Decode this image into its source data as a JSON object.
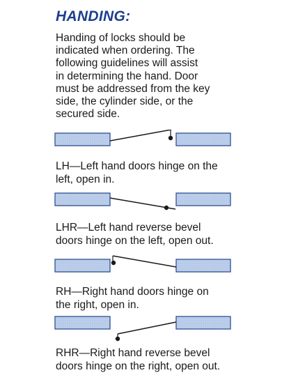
{
  "heading": "HANDING:",
  "intro": "Handing of locks should be\nindicated when ordering.  The\nfollowing guidelines will assist\nin determining the hand.  Door\nmust be addressed from the key\nside, the cylinder side, or the\nsecured side.",
  "hands": [
    {
      "code": "LH",
      "caption": "LH—Left hand doors hinge on the\nleft, open in."
    },
    {
      "code": "LHR",
      "caption": "LHR—Left hand reverse bevel\ndoors hinge on the left, open out."
    },
    {
      "code": "RH",
      "caption": "RH—Right hand doors hinge on\nthe right, open in."
    },
    {
      "code": "RHR",
      "caption": "RHR—Right hand reverse bevel\ndoors hinge on the right, open out."
    }
  ],
  "colors": {
    "heading": "#1d3f8e",
    "wall_fill": "#b9cdea",
    "wall_stroke": "#2f4f8f",
    "door_line": "#1a1a1a"
  }
}
